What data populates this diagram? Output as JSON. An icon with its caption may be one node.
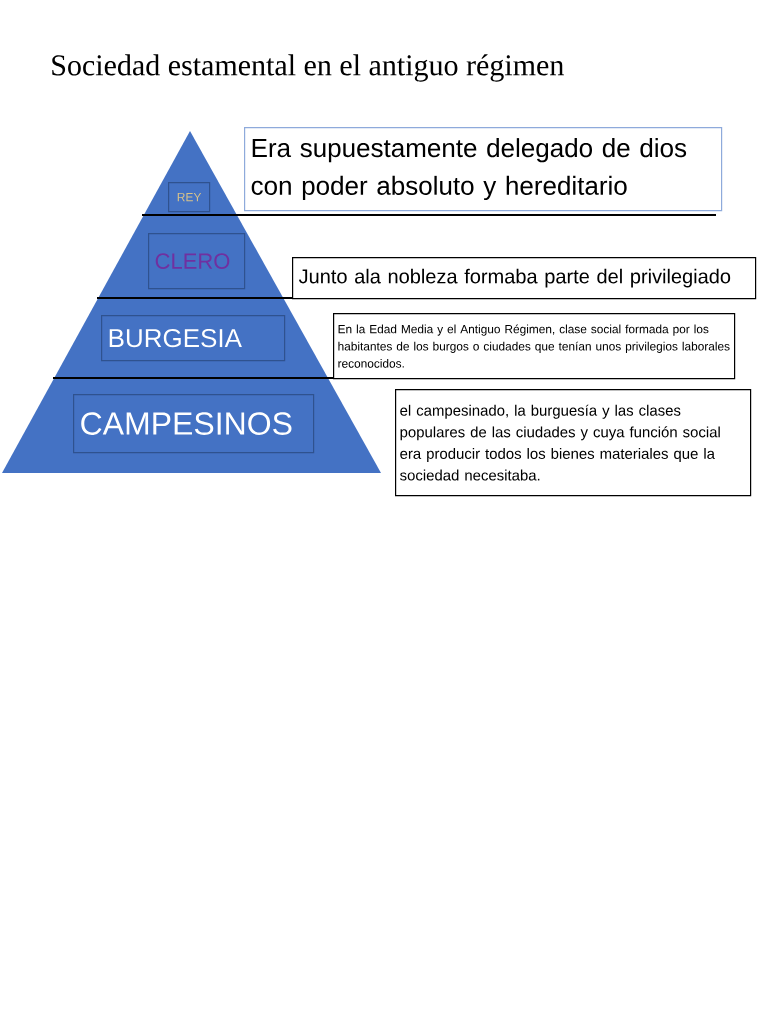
{
  "diagram": {
    "title": "Sociedad estamental en el antiguo régimen",
    "nodes": [
      {
        "text": [],
        "shape": "triangle"
      },
      {
        "text": [
          "REY"
        ],
        "in": 0
      },
      {
        "text": [
          "Era supuestamente delegado de dios con poder absoluto y hereditario"
        ]
      },
      {
        "text": [
          "CLERO"
        ],
        "in": 0
      },
      {
        "text": [
          "Junto ala nobleza formaba parte del privilegiado"
        ]
      },
      {
        "text": [
          "BURGESIA"
        ],
        "in": 0
      },
      {
        "text": [
          "En la Edad Media y el Antiguo Régimen, clase social formada por los habitantes de los burgos o ciudades que tenían unos privilegios laborales reconocidos."
        ]
      },
      {
        "text": [
          "CAMPESINOS"
        ],
        "in": 0
      },
      {
        "text": [
          "el campesinado, la burguesía y las clases populares de las ciudades y cuya función social era producir todos los bienes materiales que la sociedad necesitaba."
        ]
      }
    ],
    "edges": []
  }
}
